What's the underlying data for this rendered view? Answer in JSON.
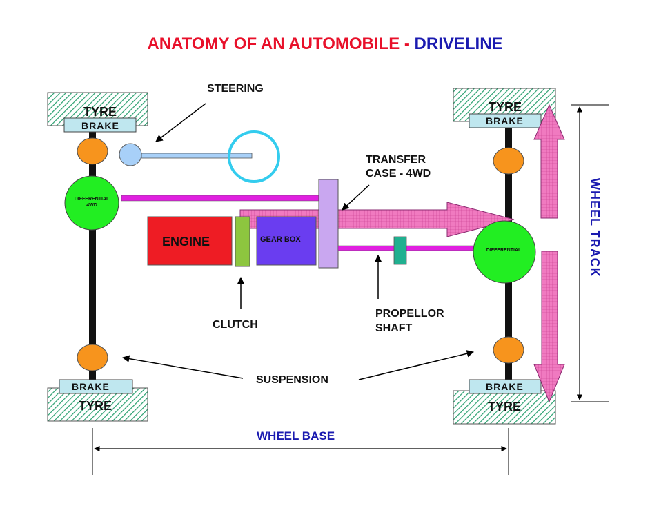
{
  "title": {
    "part1": "ANATOMY OF AN AUTOMOBILE - ",
    "part2": "DRIVELINE",
    "color1": "#e8102a",
    "color2": "#1a1ab0"
  },
  "labels": {
    "steering": "STEERING",
    "transfer_line1": "TRANSFER",
    "transfer_line2": "CASE - 4WD",
    "engine": "ENGINE",
    "gear_box": "GEAR BOX",
    "clutch": "CLUTCH",
    "propellor_line1": "PROPELLOR",
    "propellor_line2": "SHAFT",
    "suspension": "SUSPENSION",
    "wheel_base": "WHEEL BASE",
    "wheel_track": "WHEEL TRACK",
    "diff_front_line1": "DIFFERENTIAL",
    "diff_front_line2": "4WD",
    "diff_rear": "DIFFERENTIAL"
  },
  "wheels": {
    "front_left": {
      "tyre": "TYRE",
      "brake": "BRAKE"
    },
    "rear_left": {
      "tyre": "TYRE",
      "brake": "BRAKE"
    },
    "front_right": {
      "tyre": "TYRE",
      "brake": "BRAKE"
    },
    "rear_right": {
      "tyre": "TYRE",
      "brake": "BRAKE"
    }
  },
  "colors": {
    "engine": "#ee1c24",
    "gear_box": "#6a3df0",
    "clutch": "#8dc63f",
    "transfer_case": "#c9a7f0",
    "differential": "#22ee22",
    "suspension": "#f7941d",
    "front_shaft": "#e020e0",
    "steering_wheel": "#33ccee",
    "steering_ball": "#a8d0f8",
    "steering_rod": "#a8d0f8",
    "propeller_joint": "#20b090",
    "arrow_fill": "#f07ac0",
    "tyre_hatch": "#2aa070",
    "brake_fill": "#bfe7ef"
  }
}
